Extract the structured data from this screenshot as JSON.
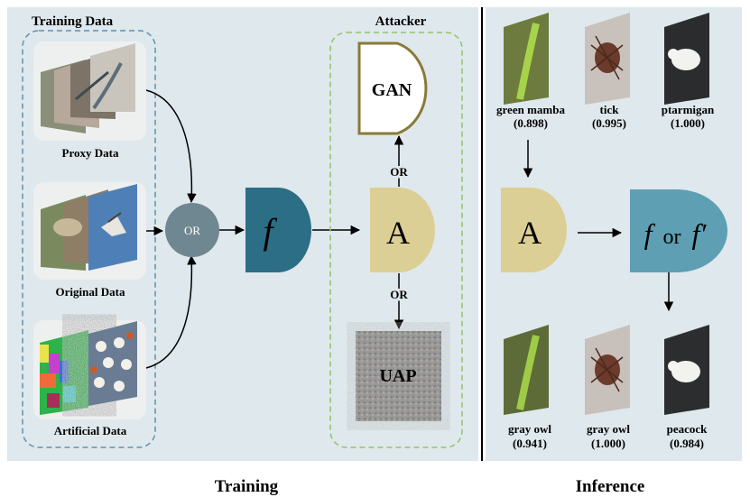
{
  "training": {
    "section_title": "Training",
    "training_data_title": "Training Data",
    "proxy_label": "Proxy Data",
    "original_label": "Original Data",
    "artificial_label": "Artificial Data",
    "or_node": "OR",
    "model_f": "f",
    "attacker_title": "Attacker",
    "gan_label": "GAN",
    "uap_label": "UAP",
    "attacker_a": "A",
    "or_upper": "OR",
    "or_lower": "OR"
  },
  "inference": {
    "section_title": "Inference",
    "attacker_a": "A",
    "model_label_f": "f",
    "model_label_or": "or",
    "model_label_fprime": "f′",
    "clean_predictions": [
      {
        "label": "green mamba",
        "score": "(0.898)"
      },
      {
        "label": "tick",
        "score": "(0.995)"
      },
      {
        "label": "ptarmigan",
        "score": "(1.000)"
      }
    ],
    "adv_predictions": [
      {
        "label": "gray owl",
        "score": "(0.941)"
      },
      {
        "label": "gray owl",
        "score": "(1.000)"
      },
      {
        "label": "peacock",
        "score": "(0.984)"
      }
    ]
  },
  "colors": {
    "panel_bg": "#dfe8ec",
    "or_node": "#6f8791",
    "model_f": "#2b6e86",
    "attacker_a": "#dccf96",
    "gan_border": "#8a7a38",
    "inference_model": "#5e9fb3",
    "training_dash": "#5b93b3",
    "attacker_dash": "#8fc46a"
  }
}
